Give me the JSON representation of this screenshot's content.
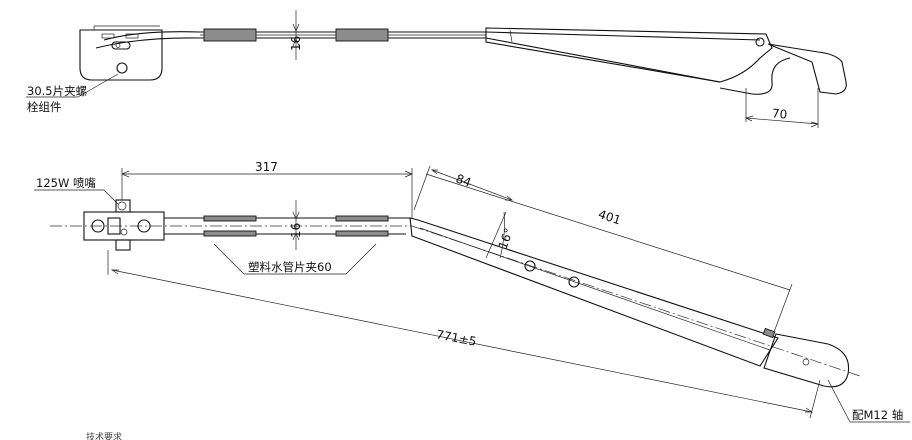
{
  "labels": {
    "bolt_line1": "30.5片夹螺",
    "bolt_line2": "栓组件",
    "nozzle": "125W 喷嘴",
    "clamp": "塑料水管片夹60",
    "shaft": "配M12 轴",
    "tech_req": "技术要求"
  },
  "dimensions": {
    "dim_70": "70",
    "dim_317": "317",
    "dim_84": "84",
    "dim_401": "401",
    "dim_771": "771±5",
    "dim_16_top": "16",
    "dim_16_bottom": "16",
    "dim_16_angle": "16°"
  },
  "colors": {
    "line": "#111111",
    "clamp_fill": "#8c8c8c",
    "background": "#ffffff"
  }
}
